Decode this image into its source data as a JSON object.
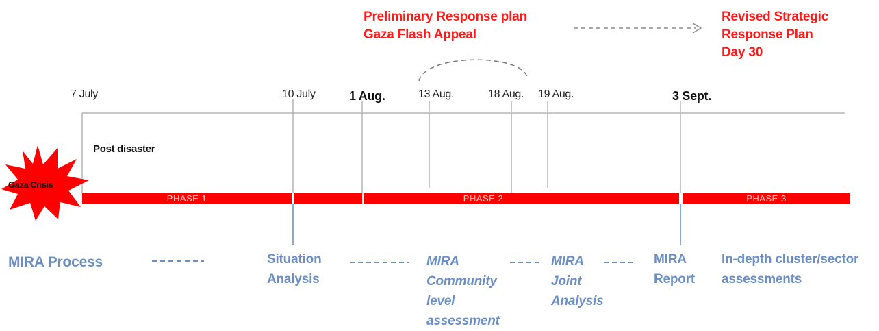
{
  "top_notes": {
    "preliminary_line1": "Preliminary Response plan",
    "preliminary_line2": "Gaza Flash Appeal",
    "revised_line1": "Revised Strategic",
    "revised_line2": "Response Plan",
    "revised_line3": "Day 30"
  },
  "dates": {
    "d_7_july": "7 July",
    "d_10_july": "10 July",
    "d_1_aug": "1 Aug.",
    "d_13_aug": "13 Aug.",
    "d_18_aug": "18 Aug.",
    "d_19_aug": "19 Aug.",
    "d_3_sept": "3 Sept."
  },
  "post_disaster": "Post disaster",
  "crisis_label": "Gaza Crisis",
  "phases": {
    "phase1": "PHASE 1",
    "phase2": "PHASE 2",
    "phase3": "PHASE 3"
  },
  "mira": {
    "process": "MIRA Process",
    "situation_line1": "Situation",
    "situation_line2": "Analysis",
    "community_line1": "MIRA",
    "community_line2": "Community",
    "community_line3": "level",
    "community_line4": "assessment",
    "joint_line1": "MIRA",
    "joint_line2": "Joint",
    "joint_line3": "Analysis",
    "report_line1": "MIRA",
    "report_line2": "Report",
    "indepth_line1": "In-depth cluster/sector",
    "indepth_line2": "assessments"
  },
  "colors": {
    "phase_bar": "#ff0000",
    "accent_red": "#ff1a1a",
    "mira_blue": "#6b8fc4",
    "timeline_line": "#b5b5b5"
  }
}
